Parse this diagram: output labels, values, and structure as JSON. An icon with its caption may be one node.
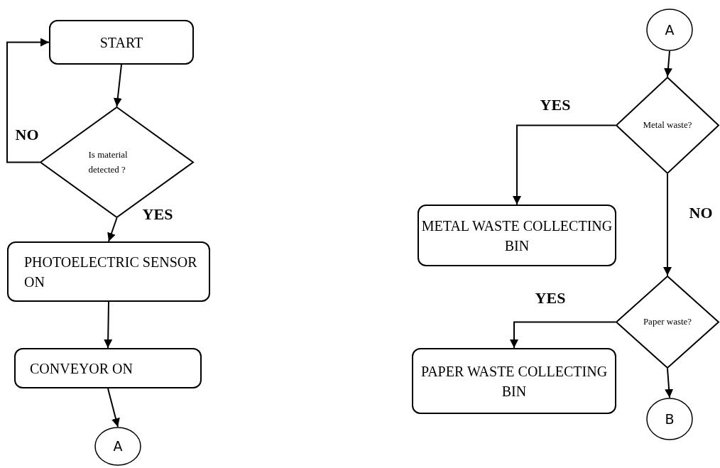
{
  "diagram": {
    "nodes": [
      {
        "text": [
          "START"
        ]
      },
      {
        "text": [
          "Is material detected ?"
        ]
      },
      {
        "text": [
          "PHOTOELECTRIC SENSOR ON"
        ]
      },
      {
        "text": [
          "CONVEYOR ON"
        ]
      },
      {
        "text": [
          "A"
        ]
      },
      {
        "text": [
          "A"
        ]
      },
      {
        "text": [
          "Metal waste?"
        ]
      },
      {
        "text": [
          "METAL  WASTE COLLECTING BIN"
        ]
      },
      {
        "text": [
          "Paper waste?"
        ]
      },
      {
        "text": [
          "PAPER WASTE COLLECTING BIN"
        ]
      },
      {
        "text": [
          "B"
        ]
      }
    ],
    "edges": [
      {
        "from": 0,
        "to": 1,
        "arrow": "to"
      },
      {
        "from": 1,
        "to": 0,
        "arrow": "to",
        "label": "NO"
      },
      {
        "from": 1,
        "to": 2,
        "arrow": "to",
        "label": "YES"
      },
      {
        "from": 2,
        "to": 3,
        "arrow": "to"
      },
      {
        "from": 3,
        "to": 4,
        "arrow": "to"
      },
      {
        "from": 5,
        "to": 6,
        "arrow": "to"
      },
      {
        "from": 6,
        "to": 7,
        "arrow": "to",
        "label": "YES"
      },
      {
        "from": 6,
        "to": 8,
        "arrow": "to",
        "label": "NO"
      },
      {
        "from": 8,
        "to": 9,
        "arrow": "to",
        "label": "YES"
      },
      {
        "from": 8,
        "to": 10,
        "arrow": "to"
      }
    ]
  }
}
